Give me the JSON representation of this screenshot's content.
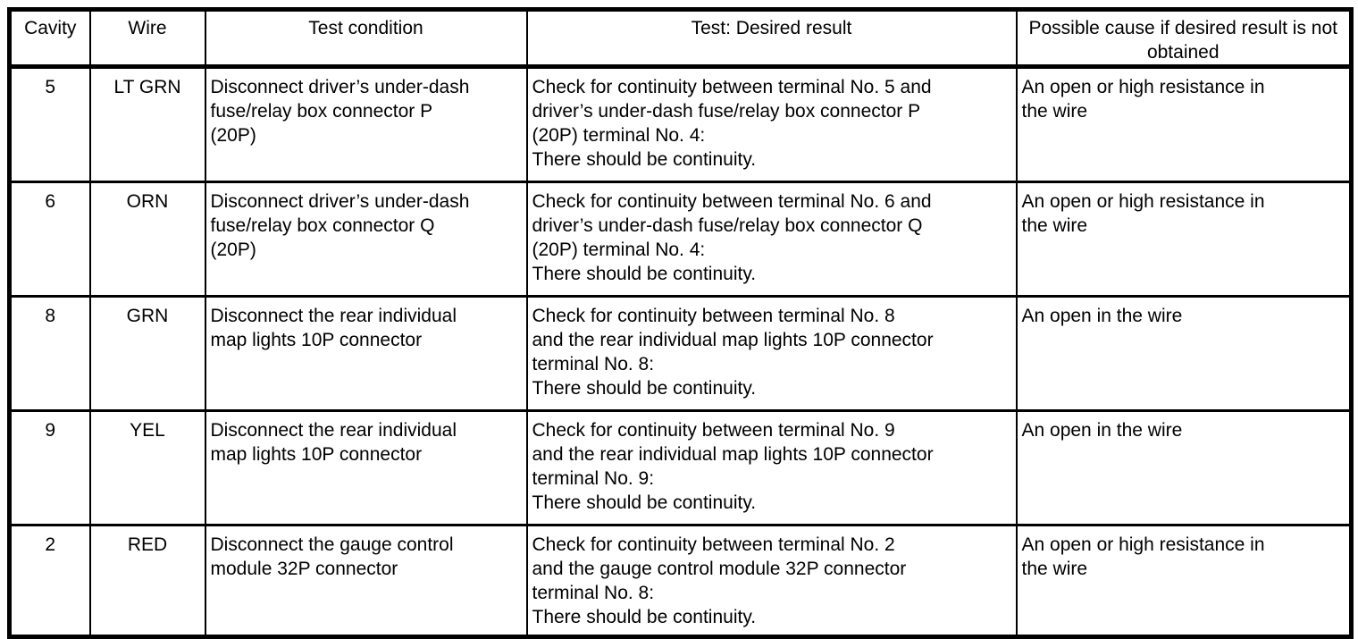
{
  "colors": {
    "background": "#ffffff",
    "border": "#000000",
    "text": "#000000"
  },
  "table": {
    "columns": [
      {
        "label": "Cavity"
      },
      {
        "label": "Wire"
      },
      {
        "label": "Test condition"
      },
      {
        "label": "Test: Desired result"
      },
      {
        "label": "Possible cause if desired result is not obtained"
      }
    ],
    "rows": [
      {
        "cavity": "5",
        "wire": "LT GRN",
        "test_condition": "Disconnect driver’s under-dash\nfuse/relay box connector P\n(20P)",
        "desired_result": "Check for continuity between terminal No. 5 and\ndriver’s under-dash fuse/relay box connector P\n(20P) terminal No. 4:\nThere should be continuity.",
        "possible_cause": "An open or high resistance in\nthe wire"
      },
      {
        "cavity": "6",
        "wire": "ORN",
        "test_condition": "Disconnect driver’s under-dash\nfuse/relay box connector Q\n(20P)",
        "desired_result": "Check for continuity between terminal No. 6 and\ndriver’s under-dash fuse/relay box connector Q\n(20P) terminal No. 4:\nThere should be continuity.",
        "possible_cause": "An open or high resistance in\nthe wire"
      },
      {
        "cavity": "8",
        "wire": "GRN",
        "test_condition": "Disconnect the rear individual\nmap lights 10P connector",
        "desired_result": "Check for continuity between terminal No. 8\nand the rear individual map lights 10P connector\nterminal No. 8:\nThere should be continuity.",
        "possible_cause": "An open in the wire"
      },
      {
        "cavity": "9",
        "wire": "YEL",
        "test_condition": "Disconnect the rear individual\nmap lights 10P connector",
        "desired_result": "Check for continuity between terminal No. 9\nand the rear individual map lights 10P connector\nterminal No. 9:\nThere should be continuity.",
        "possible_cause": "An open in the wire"
      },
      {
        "cavity": "2",
        "wire": "RED",
        "test_condition": "Disconnect the gauge control\nmodule 32P connector",
        "desired_result": "Check for continuity between terminal No. 2\nand the gauge control module 32P connector\nterminal No. 8:\nThere should be continuity.",
        "possible_cause": "An open or high resistance in\nthe wire"
      }
    ]
  }
}
